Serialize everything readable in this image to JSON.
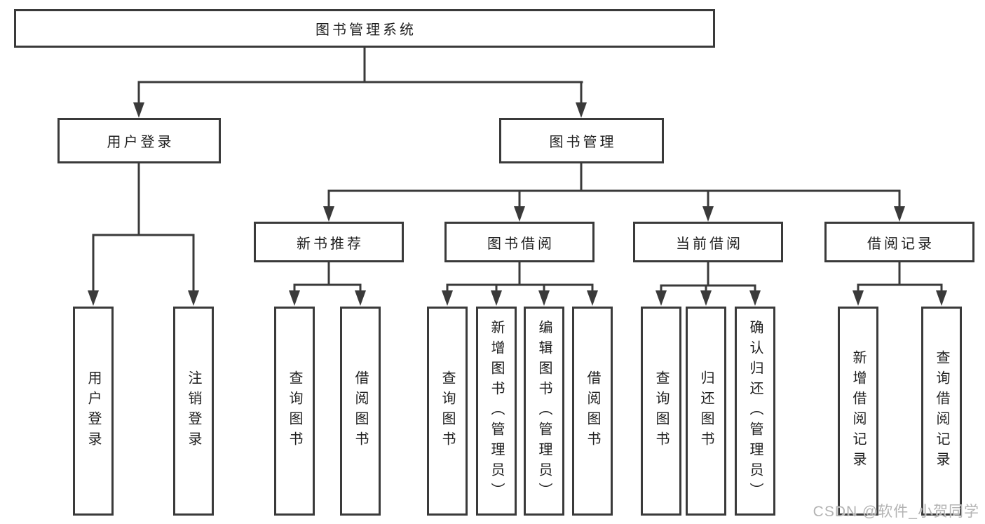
{
  "watermark": "CSDN @软件_小贺同学",
  "colors": {
    "line": "#3a3a3a",
    "text": "#1f1f1f",
    "watermark": "#b3b3b3",
    "background": "#ffffff"
  },
  "tree": {
    "root": "图书管理系统",
    "branches": [
      {
        "label": "用户登录",
        "children": [
          "用户登录",
          "注销登录"
        ]
      },
      {
        "label": "图书管理",
        "groups": [
          {
            "label": "新书推荐",
            "children": [
              "查询图书",
              "借阅图书"
            ]
          },
          {
            "label": "图书借阅",
            "children": [
              "查询图书",
              "新增图书（管理员）",
              "编辑图书（管理员）",
              "借阅图书"
            ]
          },
          {
            "label": "当前借阅",
            "children": [
              "查询图书",
              "归还图书",
              "确认归还（管理员）"
            ]
          },
          {
            "label": "借阅记录",
            "children": [
              "新增借阅记录",
              "查询借阅记录"
            ]
          }
        ]
      }
    ]
  }
}
